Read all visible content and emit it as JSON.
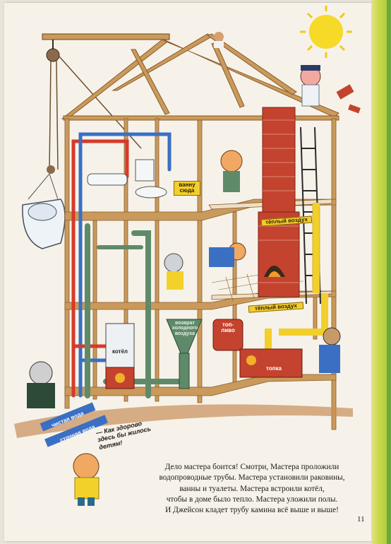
{
  "labels": {
    "vanna": "ванну\nсюда",
    "warm_air_1": "тёплый воздух",
    "warm_air_2": "тёплый воздух",
    "return_air": "возврат\nхолодного\nвоздуха",
    "fuel": "топ-\nливо",
    "boiler": "котёл",
    "furnace": "топка",
    "clean_water": "чистая вода",
    "waste_water": "сточная вода"
  },
  "quote": "— Как здорово здесь бы жилось детям!",
  "paragraph_lines": [
    "Дело мастера боится! Смотри, Мастера проложили",
    "водопроводные трубы. Мастера установили раковины,",
    "ванны и туалеты. Мастера встроили котёл,",
    "чтобы в доме было тепло. Мастера уложили полы.",
    "И Джейсон кладет трубу камина всё выше и выше!"
  ],
  "page_number": "11",
  "colors": {
    "wood": "#c99a5b",
    "wood_dark": "#8a5a2b",
    "brick": "#c4432e",
    "pipe_red": "#d63a2a",
    "pipe_blue": "#3a6fc4",
    "pipe_green": "#5f8a6a",
    "duct_yellow": "#f2cf2a",
    "sun": "#f7d928"
  }
}
